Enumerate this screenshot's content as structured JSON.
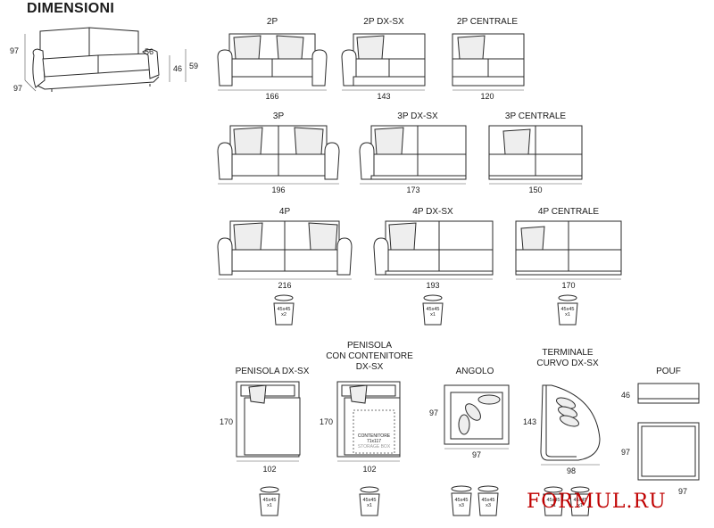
{
  "heading": "DIMENSIONI",
  "overview": {
    "h_total": "97",
    "depth": "97",
    "seat_h": "46",
    "h_full": "59",
    "arm": "56"
  },
  "models": [
    {
      "label": "2P",
      "width": "166"
    },
    {
      "label": "2P DX-SX",
      "width": "143"
    },
    {
      "label": "2P CENTRALE",
      "width": "120"
    },
    {
      "label": "3P",
      "width": "196"
    },
    {
      "label": "3P DX-SX",
      "width": "173"
    },
    {
      "label": "3P CENTRALE",
      "width": "150"
    },
    {
      "label": "4P",
      "width": "216"
    },
    {
      "label": "4P DX-SX",
      "width": "193"
    },
    {
      "label": "4P CENTRALE",
      "width": "170"
    }
  ],
  "cushions_top": [
    {
      "size": "45x45",
      "qty": "x2"
    },
    {
      "size": "45x45",
      "qty": "x1"
    },
    {
      "size": "45x45",
      "qty": "x1"
    }
  ],
  "modules": {
    "penisola": {
      "label": "PENISOLA DX-SX",
      "height": "170",
      "width": "102"
    },
    "penisola_cont": {
      "label_1": "PENISOLA",
      "label_2": "CON CONTENITORE",
      "label_3": "DX-SX",
      "height": "170",
      "width": "102",
      "box_1": "CONTENITORE",
      "box_2": "71x117",
      "box_3": "STORAGE BOX"
    },
    "angolo": {
      "label": "ANGOLO",
      "height": "97",
      "width": "97"
    },
    "terminale": {
      "label_1": "TERMINALE",
      "label_2": "CURVO DX-SX",
      "height": "143",
      "width": "98"
    },
    "pouf": {
      "label": "POUF",
      "height": "46",
      "depth": "97",
      "width": "97"
    }
  },
  "cushions_bottom": [
    {
      "size": "45x45",
      "qty": "x1"
    },
    {
      "size": "45x45",
      "qty": "x1"
    },
    {
      "size": "45x45",
      "qty": "x3"
    },
    {
      "size": "45x45",
      "qty": "x3"
    },
    {
      "size": "45x45",
      "qty": "x1"
    },
    {
      "size": "45x45",
      "qty": "x1"
    }
  ],
  "watermark": "FORMUL.RU"
}
